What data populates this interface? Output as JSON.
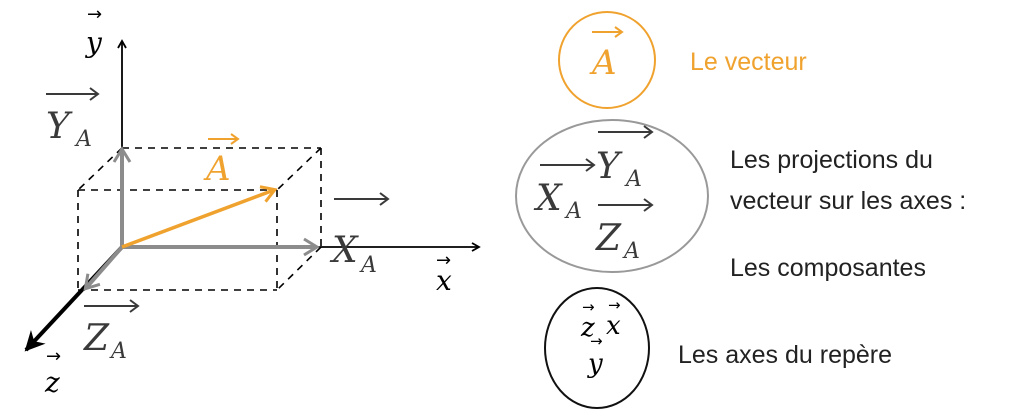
{
  "colors": {
    "vector": "#F0A22E",
    "projection": "#8C8C8C",
    "axis": "#000000",
    "label": "#3A3A3A",
    "legend_text": "#222222",
    "ellipse_gray": "#999999",
    "ellipse_black": "#111111"
  },
  "diagram": {
    "axis_labels": {
      "x": "x",
      "y": "y",
      "z": "z"
    },
    "vector_label": "A",
    "projection_labels": {
      "x": "X",
      "y": "Y",
      "z": "Z"
    },
    "subscript": "A",
    "arrow_glyph": "→"
  },
  "legend": {
    "vector": {
      "symbol": "A",
      "text": "Le vecteur"
    },
    "components": {
      "symbols": {
        "x": "X",
        "y": "Y",
        "z": "Z"
      },
      "subscript": "A",
      "lines": [
        "Les projections du",
        "vecteur sur les axes :",
        "Les composantes"
      ]
    },
    "axes": {
      "symbols": {
        "x": "x",
        "y": "y",
        "z": "z"
      },
      "text": "Les axes du repère"
    }
  }
}
